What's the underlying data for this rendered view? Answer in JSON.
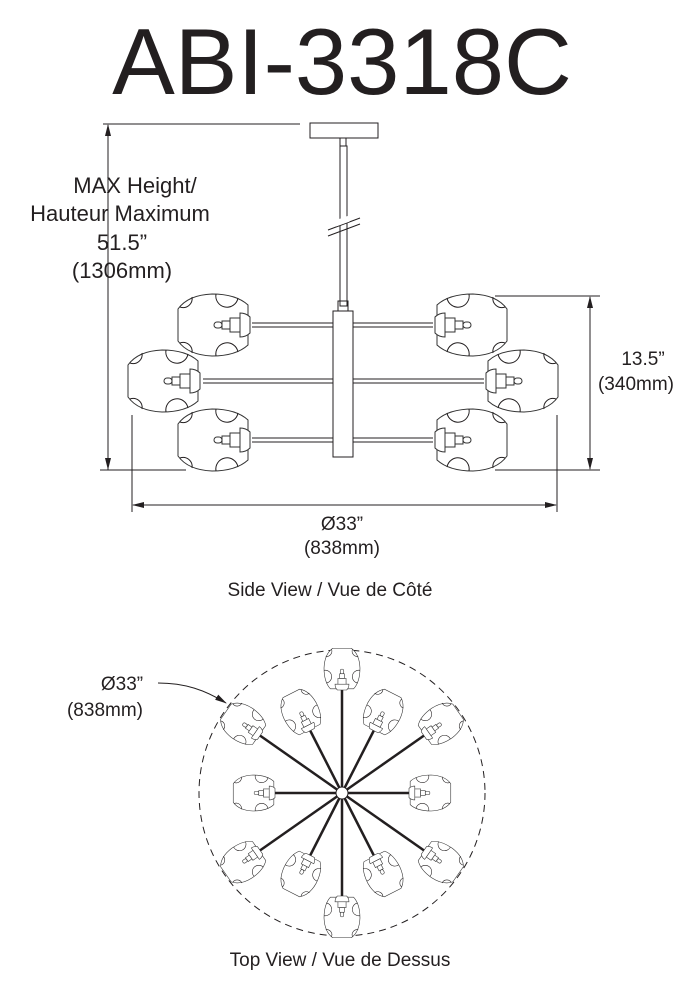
{
  "title": "ABI-3318C",
  "side_view": {
    "height_label": [
      "MAX Height/",
      "Hauteur Maximum",
      "51.5”",
      "(1306mm)"
    ],
    "body_height": [
      "13.5”",
      "(340mm)"
    ],
    "diameter": [
      "Ø33”",
      "(838mm)"
    ],
    "caption": "Side View / Vue de Côté"
  },
  "top_view": {
    "diameter": [
      "Ø33”",
      "(838mm)"
    ],
    "caption": "Top View / Vue de Dessus",
    "arm_count": 12
  },
  "colors": {
    "line": "#231f20"
  }
}
